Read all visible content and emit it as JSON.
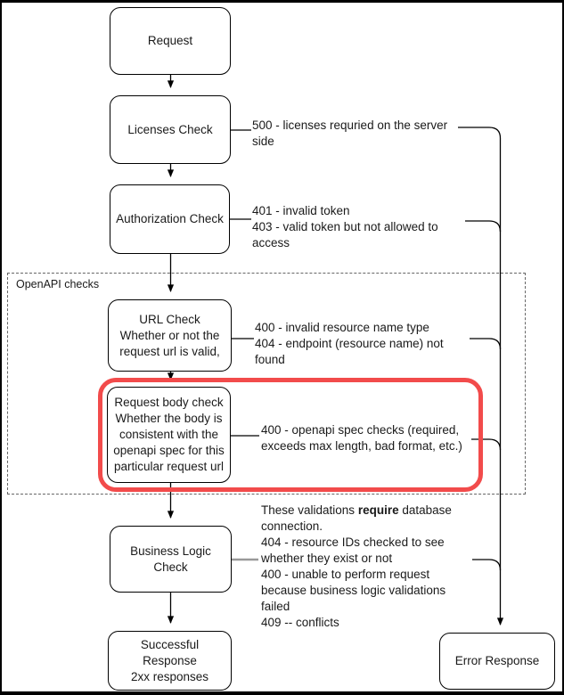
{
  "groups": {
    "openapi": {
      "label": "OpenAPI checks"
    }
  },
  "nodes": {
    "request": {
      "label": "Request"
    },
    "licenses": {
      "label": "Licenses Check"
    },
    "authorization": {
      "label": "Authorization Check"
    },
    "url_check": {
      "label": "URL Check\nWhether or not the\nrequest url is valid,"
    },
    "request_body": {
      "label": "Request body check\nWhether the body is\nconsistent with the\nopenapi spec for this\nparticular request url"
    },
    "business_logic": {
      "label": "Business Logic Check"
    },
    "success": {
      "label": "Successful Response\n2xx responses"
    },
    "error": {
      "label": "Error Response"
    }
  },
  "annotations": {
    "licenses": {
      "text": "500 - licenses requried on the server\nside"
    },
    "authorization": {
      "text": "401 - invalid token\n403 - valid token but not allowed to\naccess"
    },
    "url_check": {
      "text": "400 - invalid resource name type\n404 - endpoint (resource name) not\nfound"
    },
    "request_body": {
      "text": "400 - openapi spec checks (required,\nexceeds max length, bad format, etc.)"
    },
    "business_logic": {
      "part1": "These validations ",
      "bold": "require",
      "part2": " database\nconnection.\n404 - resource IDs checked to see\nwhether they exist or not\n400 - unable to perform request\nbecause business logic validations\nfailed\n409 -- conflicts"
    }
  },
  "edges": [
    "Request -> Licenses Check",
    "Licenses Check -> Authorization Check",
    "Authorization Check -> URL Check",
    "URL Check -> Request body check",
    "Request body check -> Business Logic Check",
    "Business Logic Check -> Successful Response",
    "Licenses Check -> Error Response",
    "Authorization Check -> Error Response",
    "URL Check -> Error Response",
    "Request body check -> Error Response",
    "Business Logic Check -> Error Response"
  ],
  "colors": {
    "highlight": "#f24b4b",
    "line": "#000000",
    "dashed": "#666666",
    "text": "#1a1a1a",
    "graystub": "#999999"
  }
}
